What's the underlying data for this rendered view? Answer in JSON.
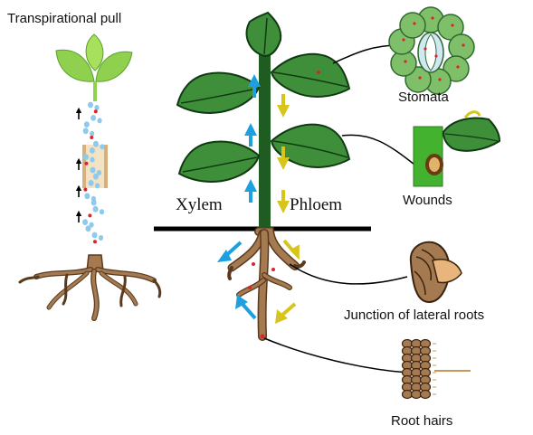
{
  "labels": {
    "transpirational_pull": "Transpirational pull",
    "xylem": "Xylem",
    "phloem": "Phloem",
    "stomata": "Stomata",
    "wounds": "Wounds",
    "junction_lateral_roots": "Junction of lateral roots",
    "root_hairs": "Root hairs"
  },
  "colors": {
    "leaf_fill": "#3f8f3a",
    "leaf_dark": "#1f5c22",
    "stem": "#1f5c22",
    "light_leaf": "#8fd14f",
    "root": "#a57a50",
    "root_dark": "#5a3a1e",
    "water_drop": "#8ec9ee",
    "solute_dot": "#d8262a",
    "xylem_arrow": "#1ea0e0",
    "phloem_arrow": "#d7c51c",
    "ground": "#000000",
    "stomata_cell": "#7fbf6a"
  },
  "icons": [
    "up-arrow-icon",
    "down-arrow-icon",
    "leaf-icon",
    "stomata-icon",
    "wound-icon",
    "lateral-root-icon",
    "root-hairs-icon"
  ]
}
